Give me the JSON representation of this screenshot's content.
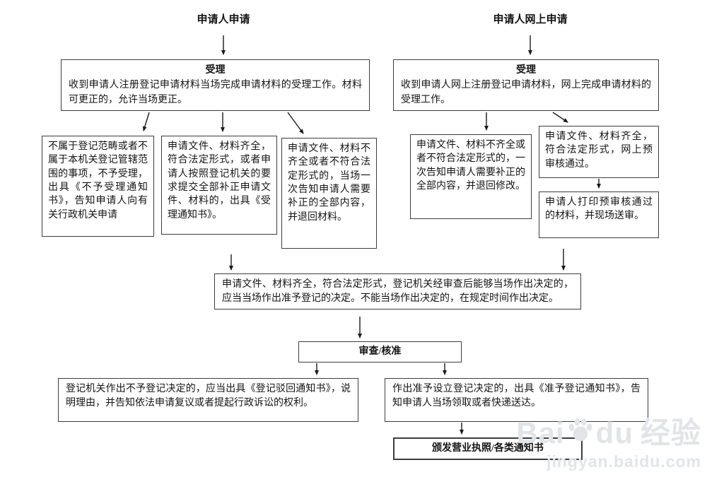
{
  "headers": {
    "left": "申请人申请",
    "right": "申请人网上申请"
  },
  "accept_offline": {
    "title": "受理",
    "body": "收到申请人注册登记申请材料当场完成申请材料的受理工作。材料可更正的，允许当场更正。"
  },
  "accept_online": {
    "title": "受理",
    "body": "收到申请人网上注册登记申请材料，网上完成申请材料的受理工作。"
  },
  "branches": {
    "not_in_scope": "不属于登记范畴或者不属于本机关登记管辖范围的事项，不予受理，出具《不予受理通知书》，告知申请人向有关行政机关申请",
    "complete": "申请文件、材料齐全，符合法定形式，或者申请人按照登记机关的要求提交全部补正申请文件、材料的，出具《受理通知书》。",
    "incomplete": "申请文件、材料不齐全或者不符合法定形式的，当场一次告知申请人需要补正的全部内容，并退回材料。",
    "online_incomplete": "申请文件、材料不齐全或者不符合法定形式的，一次告知申请人需要补正的全部内容，并退回修改。",
    "online_pass": "申请文件、材料齐全，符合法定形式，网上预审核通过。",
    "print_submit": "申请人打印预审核通过的材料，并现场送审。"
  },
  "decision": "申请文件、材料齐全，符合法定形式，登记机关经审查后能够当场作出决定的，应当当场作出准予登记的决定。不能当场作出决定的，在规定时间作出决定。",
  "review": "审查/核准",
  "outcomes": {
    "reject": "登记机关作出不予登记决定的，应当出具《登记驳回通知书》，说明理由，并告知依法申请复议或者提起行政诉讼的权利。",
    "approve": "作出准予设立登记决定的，出具《准予登记通知书》，告知申请人当场领取或者快递送达。",
    "issue": "颁发营业执照/各类通知书"
  },
  "watermark": {
    "brand_prefix": "Bai",
    "brand_suffix": "du",
    "brand_cn": "经验",
    "url": "jingyan.baidu.com"
  },
  "colors": {
    "border": "#3d3d3d",
    "text": "#141414",
    "arrow": "#1a1a1a",
    "watermark": "#e1e5e8"
  }
}
